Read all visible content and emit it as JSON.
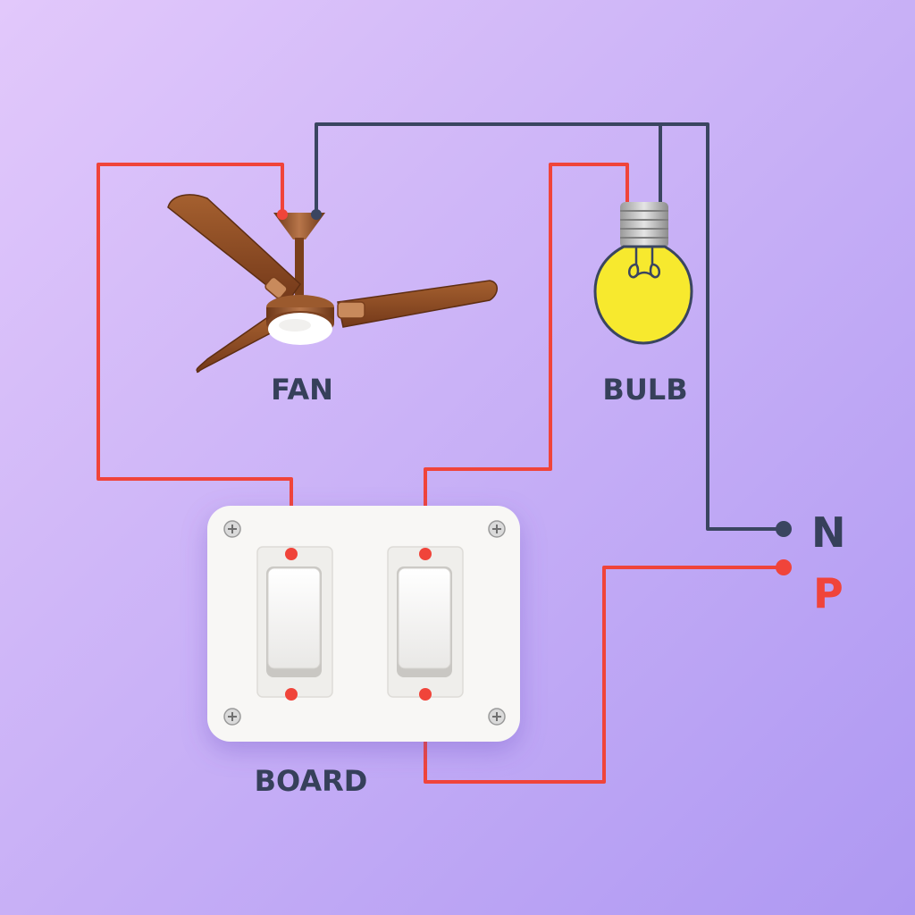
{
  "labels": {
    "fan": "FAN",
    "bulb": "BULB",
    "board": "BOARD",
    "neutral": "N",
    "phase": "P"
  },
  "colors": {
    "background_start": "#E2C8FB",
    "background_end": "#AE98F2",
    "phase_wire": "#F0443A",
    "neutral_wire": "#3A4560",
    "label_text": "#36405A",
    "phase_label": "#F0443A",
    "fan_blade": "#8A4B25",
    "bulb_glass": "#F7E92E",
    "switch_board": "#F8F7F5"
  },
  "icons": {
    "fan": "ceiling-fan-icon",
    "bulb": "light-bulb-icon",
    "board": "switch-board-icon"
  }
}
